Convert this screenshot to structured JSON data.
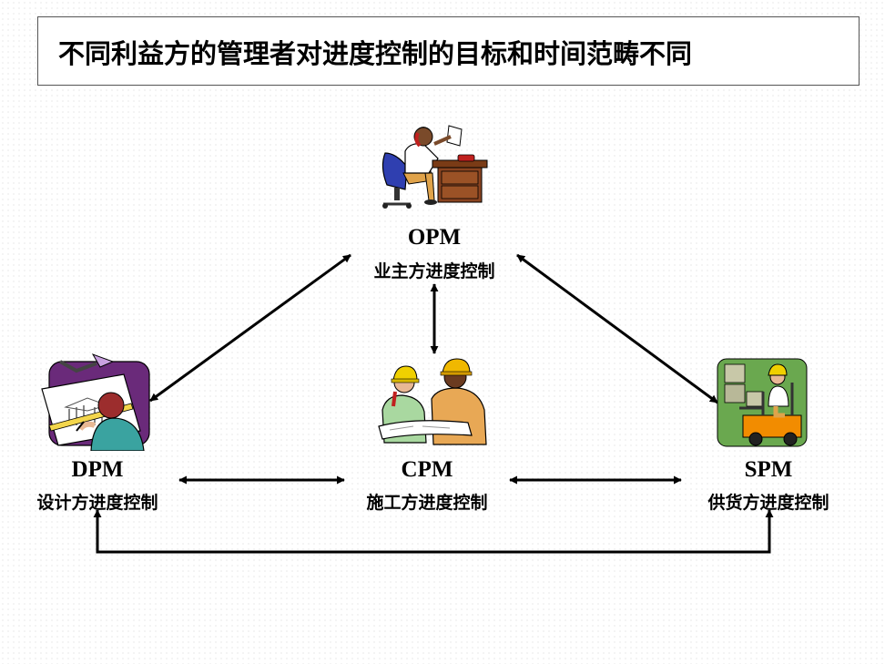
{
  "title": "不同利益方的管理者对进度控制的目标和时间范畴不同",
  "nodes": {
    "opm": {
      "code": "OPM",
      "label": "业主方进度控制",
      "icon": "owner-at-desk-illustration"
    },
    "dpm": {
      "code": "DPM",
      "label": "设计方进度控制",
      "icon": "designer-drafting-illustration"
    },
    "cpm": {
      "code": "CPM",
      "label": "施工方进度控制",
      "icon": "construction-workers-illustration"
    },
    "spm": {
      "code": "SPM",
      "label": "供货方进度控制",
      "icon": "forklift-supplier-illustration"
    }
  },
  "connections": [
    {
      "from": "OPM",
      "to": "DPM",
      "direction": "both"
    },
    {
      "from": "OPM",
      "to": "CPM",
      "direction": "both"
    },
    {
      "from": "OPM",
      "to": "SPM",
      "direction": "both"
    },
    {
      "from": "DPM",
      "to": "CPM",
      "direction": "both"
    },
    {
      "from": "CPM",
      "to": "SPM",
      "direction": "both"
    },
    {
      "from": "DPM",
      "to": "SPM",
      "direction": "both"
    }
  ],
  "colors": {
    "arrow": "#000000",
    "title_border": "#555555"
  }
}
